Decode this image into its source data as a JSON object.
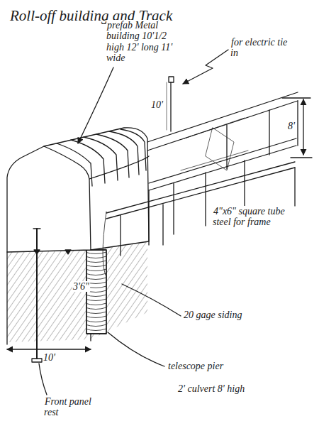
{
  "diagram": {
    "title": "Roll-off building and Track",
    "labels": [
      "prefab Metal building 10'1/2 high 12' long 11' wide",
      "for electric tie in",
      "10'",
      "8'",
      "4\"x6\" square tube steel for frame",
      "3'6\"",
      "20 gage siding",
      "telescope pier",
      "2' culvert 8' high",
      "10'",
      "Front panel rest"
    ]
  }
}
